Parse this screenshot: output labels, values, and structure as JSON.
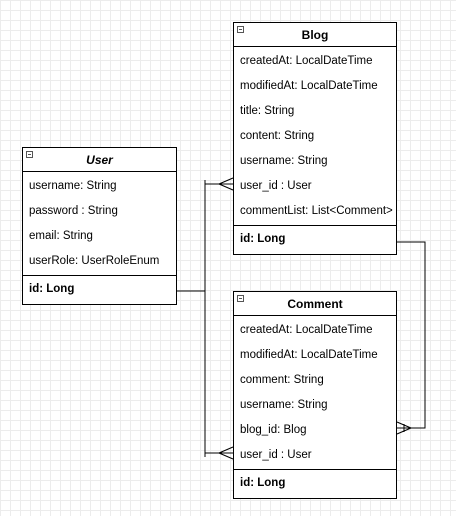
{
  "entities": {
    "user": {
      "name": "User",
      "attributes": [
        "username: String",
        "password : String",
        "email: String",
        "userRole: UserRoleEnum"
      ],
      "key": "id: Long"
    },
    "blog": {
      "name": "Blog",
      "attributes": [
        "createdAt: LocalDateTime",
        "modifiedAt: LocalDateTime",
        "title: String",
        "content: String",
        "username: String",
        "user_id :  User",
        "commentList: List<Comment>"
      ],
      "key": "id: Long"
    },
    "comment": {
      "name": "Comment",
      "attributes": [
        "createdAt: LocalDateTime",
        "modifiedAt: LocalDateTime",
        "comment: String",
        "username: String",
        "blog_id: Blog",
        "user_id :  User"
      ],
      "key": "id: Long"
    }
  },
  "relationships": [
    {
      "from": "user",
      "to": "blog",
      "target_attribute": "user_id :  User",
      "from_end": "one",
      "to_end": "many"
    },
    {
      "from": "user",
      "to": "comment",
      "target_attribute": "user_id :  User",
      "from_end": "one",
      "to_end": "many"
    },
    {
      "from": "blog",
      "to": "comment",
      "target_attribute": "blog_id: Blog",
      "from_end": "one",
      "to_end": "many"
    }
  ],
  "colors": {
    "line": "#000000",
    "grid": "#ececec",
    "background": "#ffffff"
  }
}
